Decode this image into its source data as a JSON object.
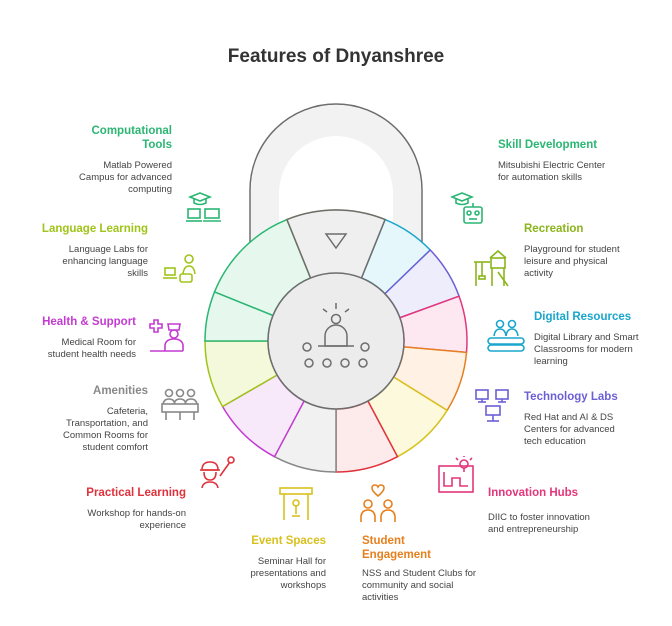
{
  "title": "Features of Dnyanshree",
  "colors": {
    "lock_body": "#efefef",
    "lock_stroke": "#6d6d6d",
    "shackle": "#f2f2f2"
  },
  "features": [
    {
      "id": "computational-tools",
      "title": "Computational Tools",
      "desc": "Matlab Powered Campus for advanced computing",
      "color": "#2bb673",
      "icon": "computer-graduation-icon"
    },
    {
      "id": "language-learning",
      "title": "Language Learning",
      "desc": "Language Labs for enhancing language skills",
      "color": "#a0c419",
      "icon": "language-lab-icon"
    },
    {
      "id": "health-support",
      "title": "Health & Support",
      "desc": "Medical Room for student health needs",
      "color": "#c33bd0",
      "icon": "medical-icon"
    },
    {
      "id": "amenities",
      "title": "Amenities",
      "desc": "Cafeteria, Transportation, and Common Rooms for student comfort",
      "color": "#888888",
      "icon": "cafeteria-icon"
    },
    {
      "id": "practical-learning",
      "title": "Practical Learning",
      "desc": "Workshop for hands-on experience",
      "color": "#e0323c",
      "icon": "workshop-icon"
    },
    {
      "id": "event-spaces",
      "title": "Event Spaces",
      "desc": "Seminar Hall for presentations and workshops",
      "color": "#d8c11d",
      "icon": "stage-icon"
    },
    {
      "id": "student-engagement",
      "title": "Student Engagement",
      "desc": "NSS and Student Clubs for community and social activities",
      "color": "#e6801e",
      "icon": "community-icon"
    },
    {
      "id": "innovation-hubs",
      "title": "Innovation Hubs",
      "desc": "DIIC to foster innovation and entrepreneurship",
      "color": "#e3367b",
      "icon": "innovation-icon"
    },
    {
      "id": "technology-labs",
      "title": "Technology Labs",
      "desc": "Red Hat and AI & DS Centers for advanced tech education",
      "color": "#6b5fd6",
      "icon": "computer-lab-icon"
    },
    {
      "id": "digital-resources",
      "title": "Digital Resources",
      "desc": "Digital Library and Smart Classrooms for modern learning",
      "color": "#1aa6cc",
      "icon": "library-icon"
    },
    {
      "id": "recreation",
      "title": "Recreation",
      "desc": "Playground for student leisure and physical activity",
      "color": "#8bb51b",
      "icon": "playground-icon"
    },
    {
      "id": "skill-development",
      "title": "Skill Development",
      "desc": "Mitsubishi Electric Center for automation skills",
      "color": "#2bb673",
      "icon": "automation-icon"
    }
  ]
}
